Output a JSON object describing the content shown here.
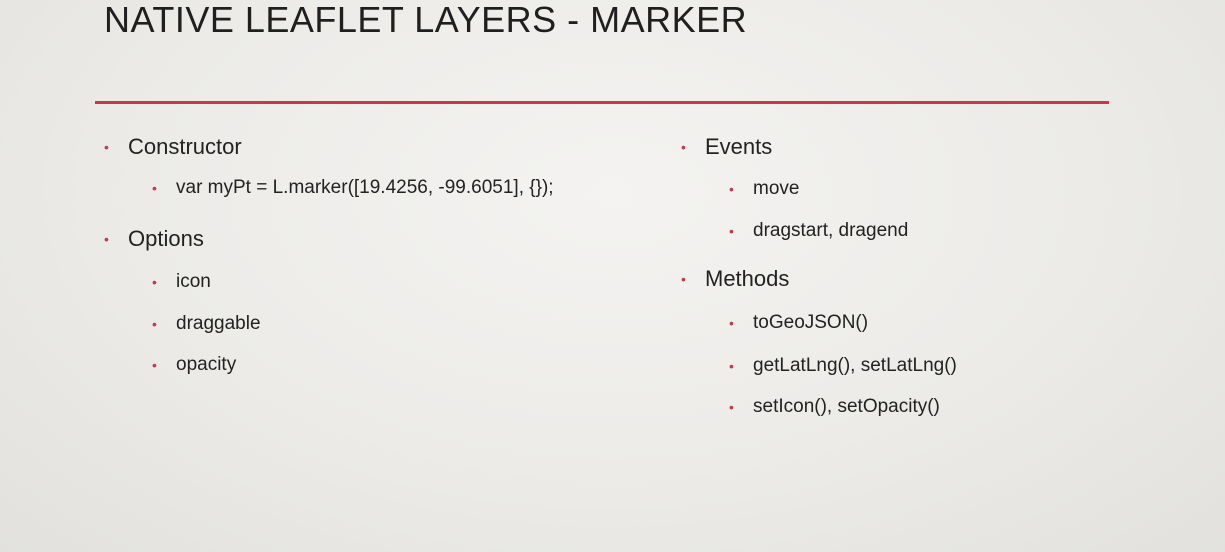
{
  "title": "NATIVE LEAFLET LAYERS - MARKER",
  "accent_color": "#c23b4c",
  "bullet_char": "•",
  "left": {
    "constructor": {
      "label": "Constructor",
      "items": [
        "var myPt = L.marker([19.4256, -99.6051], {});"
      ]
    },
    "options": {
      "label": "Options",
      "items": [
        "icon",
        "draggable",
        "opacity"
      ]
    }
  },
  "right": {
    "events": {
      "label": "Events",
      "items": [
        "move",
        "dragstart, dragend"
      ]
    },
    "methods": {
      "label": "Methods",
      "items": [
        "toGeoJSON()",
        "getLatLng(), setLatLng()",
        "setIcon(), setOpacity()"
      ]
    }
  }
}
